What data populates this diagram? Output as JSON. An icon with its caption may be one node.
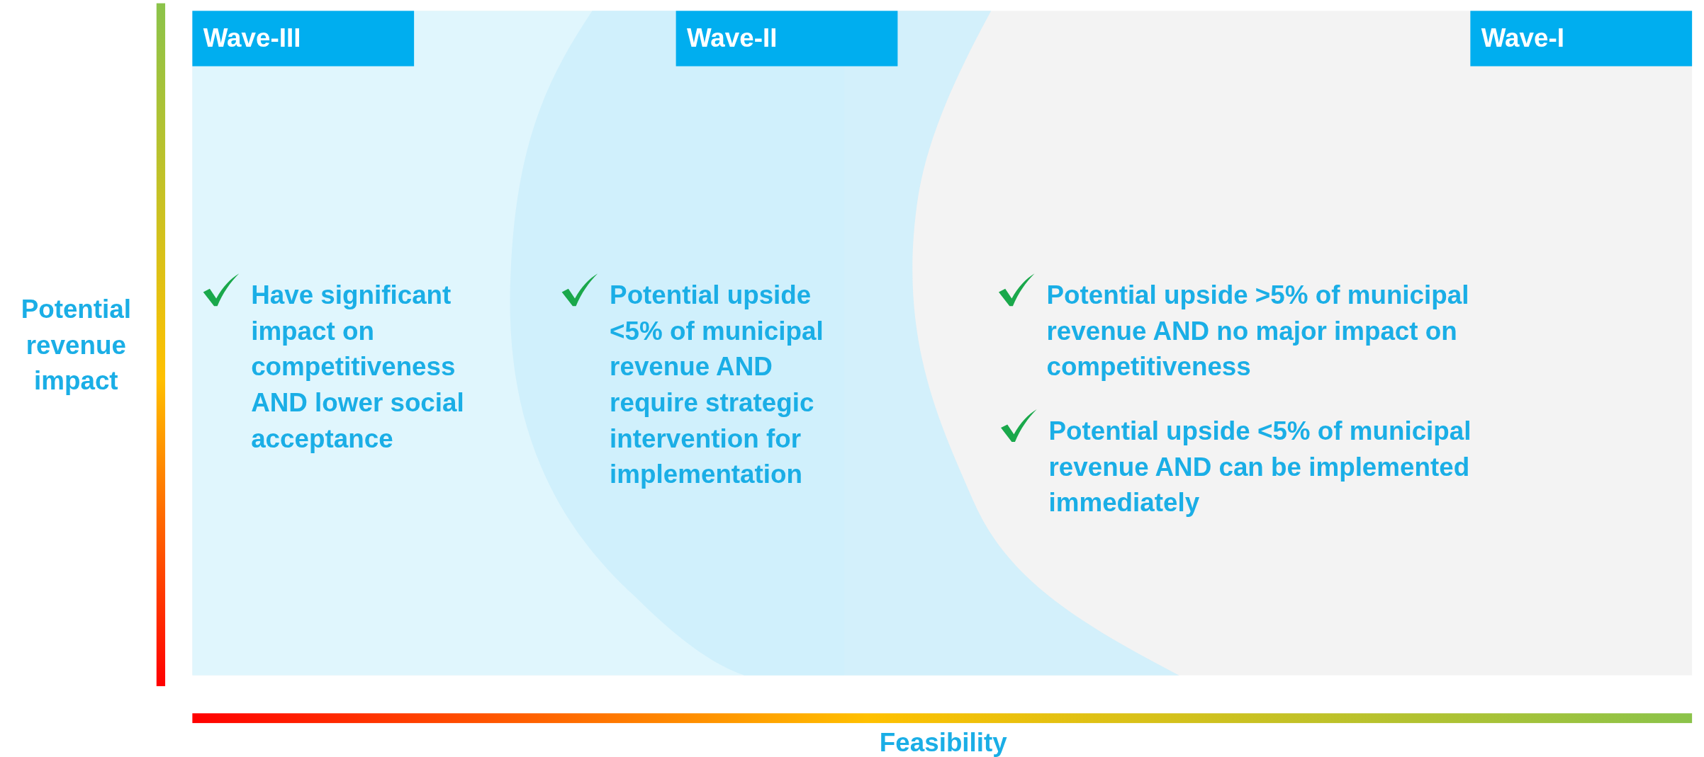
{
  "diagram": {
    "nodes": [
      {
        "text": [
          "Wave-III",
          "Have significant impact on competitiveness AND lower social acceptance"
        ]
      },
      {
        "text": [
          "Wave-II",
          "Potential upside <5% of municipal revenue AND require strategic intervention for implementation"
        ]
      },
      {
        "text": [
          "Wave-I",
          "Potential upside >5% of municipal revenue AND no major impact on competitiveness",
          "Potential upside <5% of municipal revenue AND can be implemented immediately"
        ]
      }
    ],
    "labels": [
      "Potential revenue impact",
      "Feasibility"
    ]
  }
}
